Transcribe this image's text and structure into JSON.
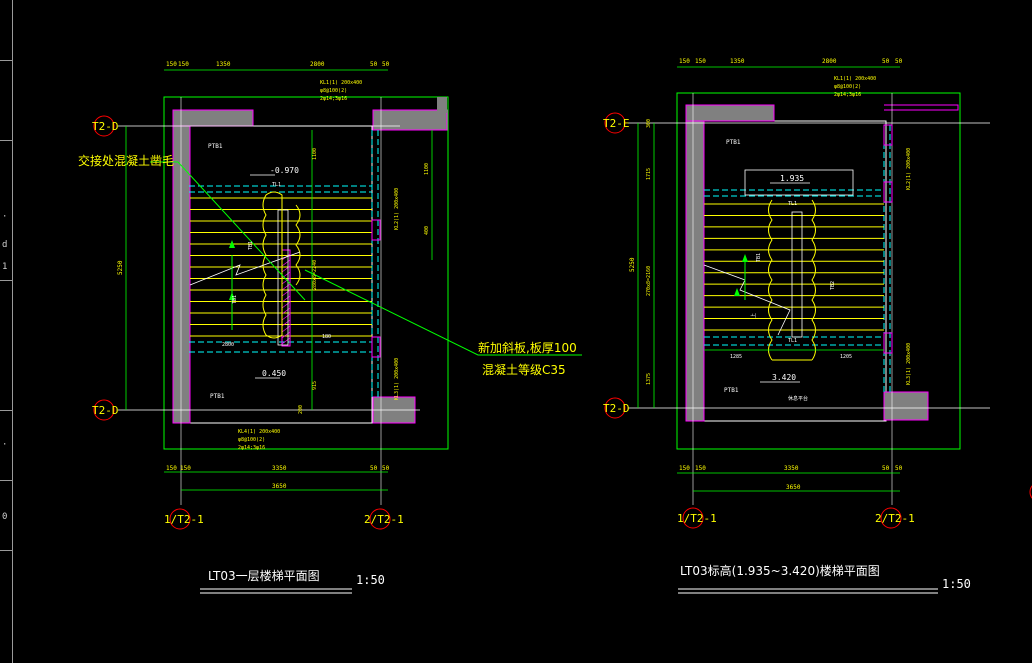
{
  "colors": {
    "background": "#000000",
    "wall": "#808080",
    "outline": "#00ff00",
    "dim": "#00ff00",
    "text_yellow": "#ffff00",
    "text_white": "#ffffff",
    "magenta": "#ff00ff",
    "cyan": "#00ffff",
    "axis_red": "#ff0000"
  },
  "left_drawing": {
    "axis_labels": {
      "upper": "T2-D",
      "lower": "T2-D",
      "left_bottom": "1/T2-1",
      "right_bottom": "2/T2-1"
    },
    "top_dims": [
      "150",
      "150",
      "1350",
      "2800",
      "50",
      "50"
    ],
    "bottom_dims": {
      "row1": [
        "150",
        "150",
        "3350",
        "50",
        "50"
      ],
      "total": "3650"
    },
    "left_dim": "5250",
    "right_dims": [
      "1100",
      "1100",
      "400",
      "915",
      "200",
      "2400"
    ],
    "annotations": {
      "note_left": "交接处混凝土凿毛",
      "note_right_1": "新加斜板,板厚100",
      "note_right_2": "混凝土等级C35",
      "elev_top": "-0.970",
      "elev_bottom": "0.450",
      "pt_top": "PTB1",
      "pt_bottom": "PTB1",
      "tl": "TL1",
      "tb": "TB1",
      "kl_top": "KL1(1) 200x400",
      "kl_top_2": "φ8@100(2)",
      "kl_top_3": "2φ14;3φ16",
      "kl_bottom": "KL4(1) 200x400",
      "kl_bottom_2": "φ8@100(2)",
      "kl_bottom_3": "2φ14;3φ16",
      "kl_right_top": "KL2(1) 200x400",
      "kl_right_bottom": "KL3(1) 200x400",
      "tread": "280x8=2240",
      "step_mid": "2800",
      "small_180": "180"
    },
    "title": "LT03一层楼梯平面图",
    "scale": "1:50"
  },
  "right_drawing": {
    "axis_labels": {
      "upper": "T2-E",
      "lower": "T2-D",
      "left_bottom": "1/T2-1",
      "right_bottom": "2/T2-1"
    },
    "top_dims": [
      "150",
      "150",
      "1350",
      "2800",
      "50",
      "50"
    ],
    "bottom_dims": {
      "row1": [
        "150",
        "150",
        "3350",
        "50",
        "50"
      ],
      "total": "3650"
    },
    "left_dim": "5250",
    "left_dims_inner": [
      "300",
      "1715",
      "270x8=2160",
      "1375"
    ],
    "annotations": {
      "elev_top": "1.935",
      "elev_bottom": "3.420",
      "pt_top": "PTB1",
      "pt_bottom": "PTB1",
      "tl_top": "TL1",
      "tl_bottom": "TL1",
      "tb": "TB1",
      "tb2": "TB2",
      "dim_1285": "1285",
      "dim_1205": "1205",
      "kl_top": "KL1(1) 200x400",
      "kl_top_2": "φ8@100(2)",
      "kl_top_3": "2φ14;3φ16",
      "kl_right_top": "KL2(1) 200x400",
      "kl_right_bottom": "KL3(1) 200x400",
      "up_label": "上",
      "floor_label": "休息平台"
    },
    "title": "LT03标高(1.935~3.420)楼梯平面图",
    "scale": "1:50"
  },
  "sidebar": {
    "glyphs": [
      "·",
      "d",
      "1",
      "·",
      "0"
    ]
  }
}
